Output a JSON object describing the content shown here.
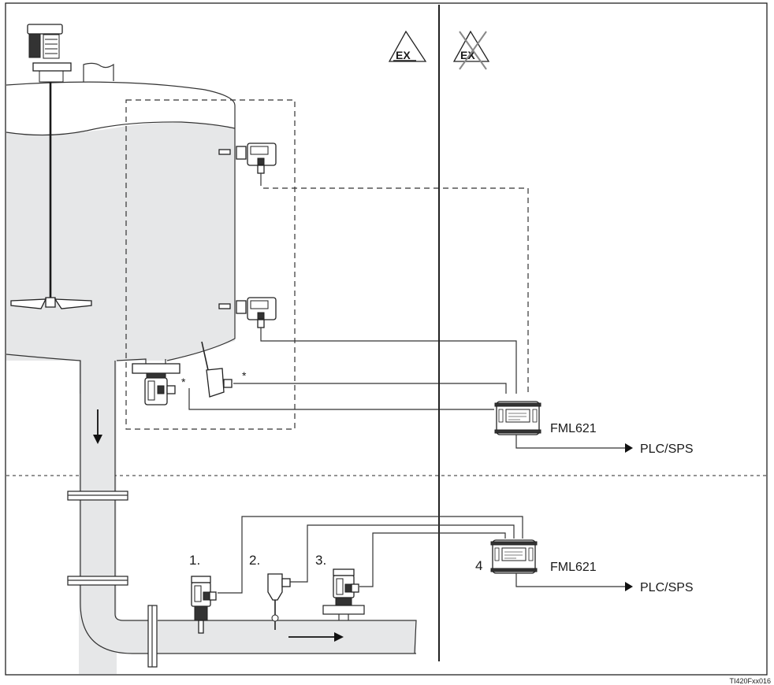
{
  "diagram": {
    "title": "Level limit detection with FML621 in hazardous and non-hazardous areas",
    "zones": {
      "ex_area_label": "EX",
      "non_ex_area_label": "EX",
      "non_ex_crossed": true
    },
    "upper_section": {
      "transmitter_label": "FML621",
      "output_label": "PLC/SPS",
      "sensor_marker": "*",
      "sensor_marker_2": "*"
    },
    "lower_section": {
      "transmitter_label": "FML621",
      "output_label": "PLC/SPS",
      "side_mark": "4",
      "sensors": [
        {
          "label": "1."
        },
        {
          "label": "2."
        },
        {
          "label": "3."
        }
      ]
    },
    "reference_code": "TI420Fxx016",
    "colors": {
      "line": "#222222",
      "fluid": "#e6e7e8",
      "crossout": "#888888"
    }
  }
}
